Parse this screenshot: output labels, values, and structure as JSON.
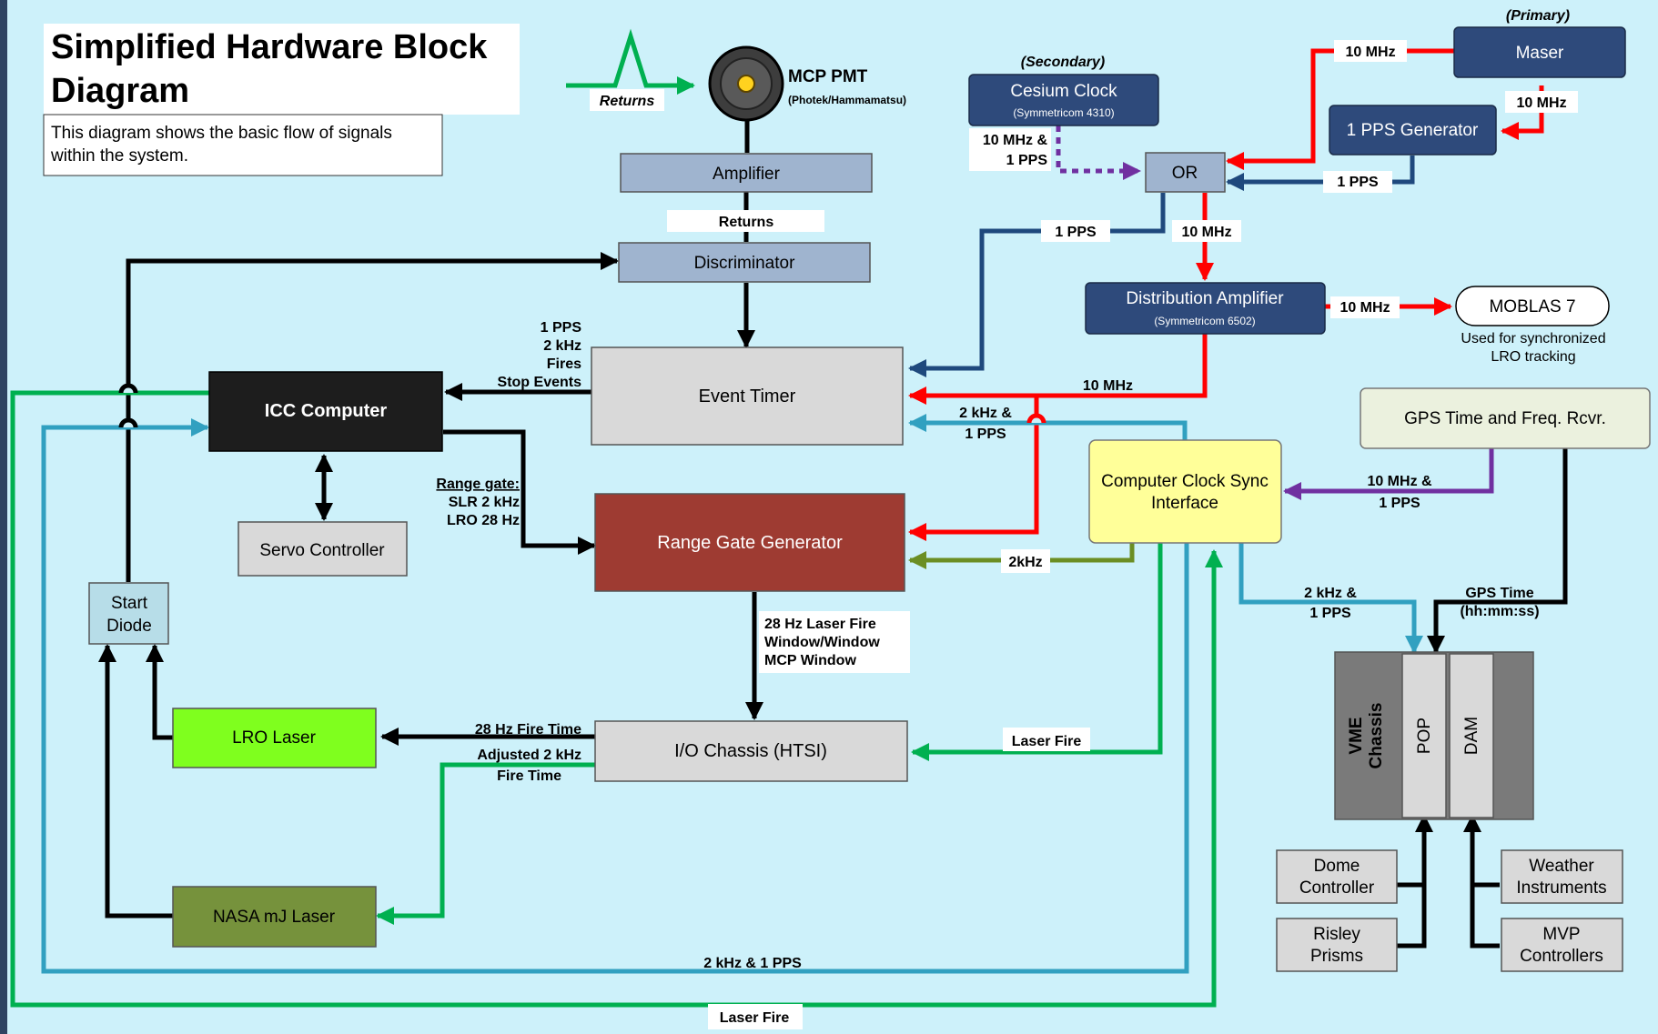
{
  "colors": {
    "canvas_bg": "#cdf1fa",
    "frame_bg": "#1b2738",
    "navy_box": "#2e4a7b",
    "gray_box": "#d9d9d9",
    "steel_box": "#9fb4cf",
    "black_box": "#1d1d1d",
    "range_gate_box": "#9e3b32",
    "lro_laser_box": "#7fff1e",
    "nasa_laser_box": "#76923c",
    "clock_sync_box": "#ffff99",
    "gps_box": "#ebf1de",
    "start_diode_box": "#b7dde8",
    "vme_box": "#7a7a7a",
    "slot_box": "#d9d9d9",
    "red_line": "#ff0000",
    "navy_line": "#1f497d",
    "teal_line": "#31a0c0",
    "green_line": "#00b050",
    "purple_line": "#7030a0",
    "olive_line": "#6b8e23",
    "black_line": "#000000"
  },
  "title": {
    "heading_line1": "Simplified Hardware Block",
    "heading_line2": "Diagram",
    "description_line1": "This diagram shows the basic flow of signals",
    "description_line2": "within the system."
  },
  "icons": {
    "pulse": "return-pulse-icon",
    "pmt": "pmt-tube-icon"
  },
  "pmt": {
    "returns_label": "Returns",
    "name": "MCP PMT",
    "maker": "(Photek/Hammamatsu)"
  },
  "blocks": {
    "amplifier": "Amplifier",
    "discriminator": "Discriminator",
    "event_timer": "Event Timer",
    "icc_computer": "ICC Computer",
    "servo_controller": "Servo Controller",
    "range_gate_generator": "Range Gate Generator",
    "start_diode_line1": "Start",
    "start_diode_line2": "Diode",
    "lro_laser": "LRO Laser",
    "io_chassis": "I/O Chassis (HTSI)",
    "nasa_laser": "NASA mJ Laser",
    "cesium_tag": "(Secondary)",
    "cesium_name": "Cesium Clock",
    "cesium_model": "(Symmetricom 4310)",
    "maser_tag": "(Primary)",
    "maser_name": "Maser",
    "pps_generator": "1 PPS Generator",
    "or_gate": "OR",
    "distribution_amp_name": "Distribution Amplifier",
    "distribution_amp_model": "(Symmetricom 6502)",
    "moblas": "MOBLAS 7",
    "moblas_note_line1": "Used for synchronized",
    "moblas_note_line2": "LRO tracking",
    "gps_receiver": "GPS Time and Freq. Rcvr.",
    "clock_sync_line1": "Computer Clock Sync",
    "clock_sync_line2": "Interface",
    "vme_line1": "VME",
    "vme_line2": "Chassis",
    "pop_slot": "POP",
    "dam_slot": "DAM",
    "dome_line1": "Dome",
    "dome_line2": "Controller",
    "risley_line1": "Risley",
    "risley_line2": "Prisms",
    "weather_line1": "Weather",
    "weather_line2": "Instruments",
    "mvp_line1": "MVP",
    "mvp_line2": "Controllers"
  },
  "signals": {
    "returns": "Returns",
    "timer_in_1": "1 PPS",
    "timer_in_2": "2 kHz",
    "timer_in_3": "Fires",
    "timer_in_4": "Stop Events",
    "range_gate_1": "Range gate:",
    "range_gate_2": "SLR 2 kHz",
    "range_gate_3": "LRO 28 Hz",
    "laser_window_1": "28 Hz Laser Fire",
    "laser_window_2": "Window/Window",
    "laser_window_3": "MCP Window",
    "fire_time_28": "28 Hz Fire Time",
    "fire_time_adj_1": "Adjusted 2 kHz",
    "fire_time_adj_2": "Fire Time",
    "laser_fire_io": "Laser Fire",
    "laser_fire_bottom": "Laser Fire",
    "khz_pps_bottom": "2 kHz & 1 PPS",
    "cesium_out_1": "10 MHz &",
    "cesium_out_2": "1 PPS",
    "maser_to_or": "10 MHz",
    "maser_to_pps": "10 MHz",
    "pps_to_or": "1 PPS",
    "or_to_timer": "1 PPS",
    "or_to_dist": "10 MHz",
    "dist_to_moblas": "10 MHz",
    "dist_to_timer": "10 MHz",
    "sync_to_timer_1": "2 kHz &",
    "sync_to_timer_2": "1 PPS",
    "sync_to_rgg": "2kHz",
    "gps_to_sync_1": "10 MHz &",
    "gps_to_sync_2": "1 PPS",
    "sync_to_pop_1": "2 kHz &",
    "sync_to_pop_2": "1 PPS",
    "gps_time_1": "GPS Time",
    "gps_time_2": "(hh:mm:ss)"
  }
}
